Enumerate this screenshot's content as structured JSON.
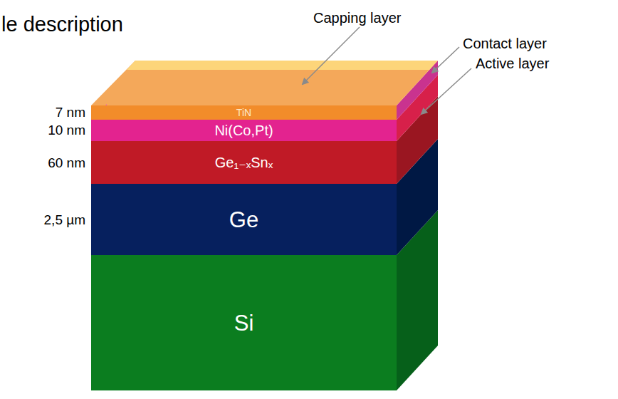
{
  "diagram": {
    "title": "le description",
    "nodes": [
      {
        "text": [
          "TiN"
        ]
      },
      {
        "text": [
          "Ni(Co,Pt)"
        ]
      },
      {
        "text": [
          "Ge₁₋ₓSnₓ"
        ]
      },
      {
        "text": [
          "Ge"
        ]
      },
      {
        "text": [
          "Si"
        ]
      }
    ],
    "labels": [
      "Capping layer",
      "Contact layer",
      "Active layer",
      "7 nm",
      "10 nm",
      "60 nm",
      "2,5 µm"
    ]
  }
}
